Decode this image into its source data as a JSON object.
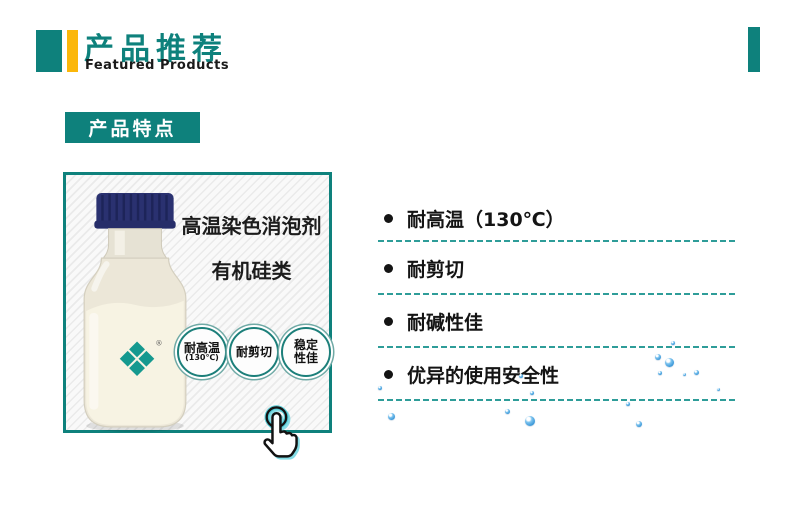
{
  "header": {
    "title": "产品推荐",
    "subtitle": "Featured Products"
  },
  "section": {
    "badge": "产品特点"
  },
  "product_card": {
    "title": "高温染色消泡剂",
    "subtitle": "有机硅类",
    "bottle_logo_mark": "®",
    "badges": [
      {
        "line1": "耐高温",
        "line2": "(130℃)"
      },
      {
        "line1": "耐剪切",
        "line2": ""
      },
      {
        "line1": "稳定",
        "line2": "性佳"
      }
    ]
  },
  "features": [
    {
      "text": "耐高温（130℃）"
    },
    {
      "text": "耐剪切"
    },
    {
      "text": "耐碱性佳"
    },
    {
      "text": "优异的使用安全性"
    }
  ],
  "colors": {
    "teal": "#0e817c",
    "yellow": "#fbb70a",
    "dashed_line": "#2e9d99",
    "cap_navy": "#2a3170",
    "droplet_blue": "#2e8fd4"
  }
}
